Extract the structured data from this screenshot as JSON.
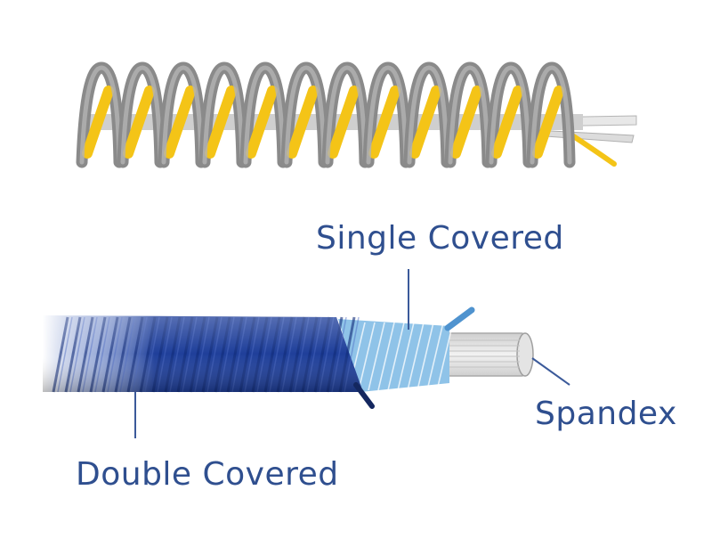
{
  "labels": {
    "single_covered": "Single Covered",
    "spandex": "Spandex",
    "double_covered": "Double Covered"
  },
  "colors": {
    "label_text": "#2f4f8f",
    "leader_line": "#3b5a9a",
    "coil_gray": "#9a9a9a",
    "coil_yellow": "#f4c417",
    "double_cover_blue": "#1f3f9a",
    "single_cover_blue": "#8fc3e8",
    "spandex_core": "#e6e6e6"
  }
}
